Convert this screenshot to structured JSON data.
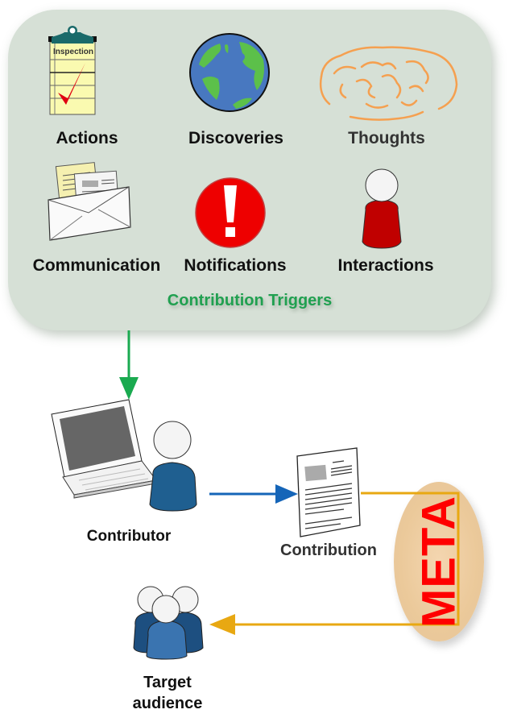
{
  "triggers_panel": {
    "title": "Contribution Triggers",
    "items": [
      {
        "label": "Actions",
        "icon": "clipboard-checklist-icon",
        "icon_text": "Inspection"
      },
      {
        "label": "Discoveries",
        "icon": "globe-icon"
      },
      {
        "label": "Thoughts",
        "icon": "brain-icon"
      },
      {
        "label": "Communication",
        "icon": "envelope-icon"
      },
      {
        "label": "Notifications",
        "icon": "exclamation-alert-icon"
      },
      {
        "label": "Interactions",
        "icon": "person-icon"
      }
    ]
  },
  "flow": {
    "contributor": {
      "label": "Contributor",
      "icon": "person-at-laptop-icon"
    },
    "contribution": {
      "label": "Contribution",
      "icon": "document-icon"
    },
    "meta": {
      "label": "META"
    },
    "audience": {
      "label_line1": "Target",
      "label_line2": "audience",
      "icon": "group-icon"
    }
  },
  "colors": {
    "panel_bg": "#d6e0d6",
    "trigger_title": "#20a050",
    "green_arrow": "#1aaa50",
    "blue_arrow": "#1565b8",
    "gold_arrow": "#e8a812",
    "meta_text": "#ff0000",
    "person_blue": "#1f5f90",
    "person_red": "#c00000"
  }
}
